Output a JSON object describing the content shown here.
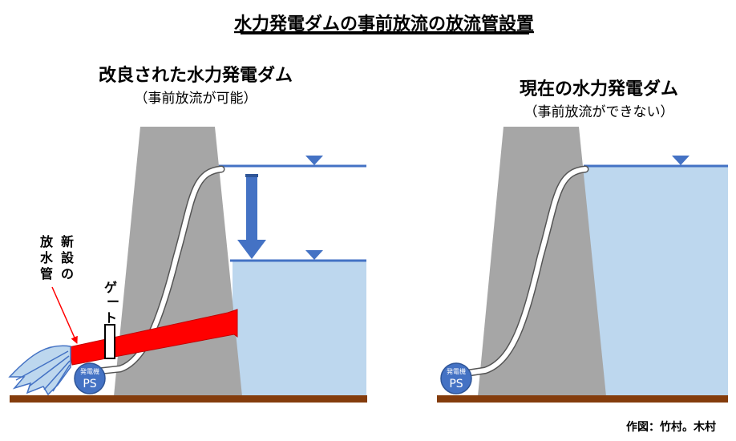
{
  "title": "水力発電ダムの事前放流の放流管設置",
  "left_panel": {
    "heading": "改良された水力発電ダム",
    "subheading": "（事前放流が可能）",
    "new_pipe_label_col1": "新設の",
    "new_pipe_label_col2": "放水管",
    "gate_label": "ゲート",
    "ps_top": "発電機",
    "ps_main": "PS"
  },
  "right_panel": {
    "heading": "現在の水力発電ダム",
    "subheading": "（事前放流ができない）",
    "ps_top": "発電機",
    "ps_main": "PS"
  },
  "credit": "作図：竹村。木村",
  "colors": {
    "dam": "#a6a6a6",
    "water": "#bdd7ee",
    "water_line": "#4472c4",
    "ground": "#843c0c",
    "new_pipe": "#ff0000",
    "ps_circle": "#4472c4",
    "arrow": "#4472c4"
  }
}
